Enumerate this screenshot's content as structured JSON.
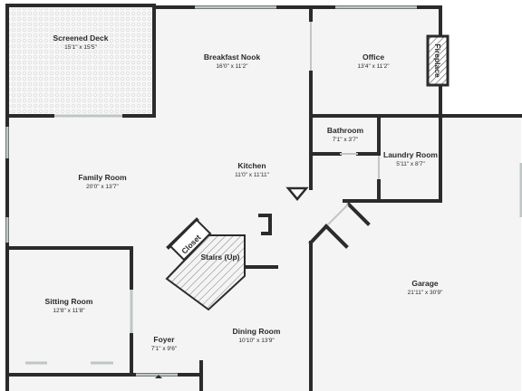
{
  "rooms": {
    "screened_deck": {
      "name": "Screened Deck",
      "dims": "15'1\" x 15'5\""
    },
    "breakfast_nook": {
      "name": "Breakfast Nook",
      "dims": "16'0\" x 11'2\""
    },
    "office": {
      "name": "Office",
      "dims": "13'4\" x 11'2\""
    },
    "fireplace": {
      "name": "Fireplace"
    },
    "bathroom": {
      "name": "Bathroom",
      "dims": "7'1\" x 3'7\""
    },
    "laundry_room": {
      "name": "Laundry Room",
      "dims": "5'11\" x 8'7\""
    },
    "family_room": {
      "name": "Family Room",
      "dims": "20'0\" x 13'7\""
    },
    "kitchen": {
      "name": "Kitchen",
      "dims": "11'0\" x 11'11\""
    },
    "closet": {
      "name": "Closet"
    },
    "stairs": {
      "name": "Stairs (Up)"
    },
    "sitting_room": {
      "name": "Sitting Room",
      "dims": "12'8\" x 11'8\""
    },
    "garage": {
      "name": "Garage",
      "dims": "21'11\" x 30'9\""
    },
    "foyer": {
      "name": "Foyer",
      "dims": "7'1\" x 9'6\""
    },
    "dining_room": {
      "name": "Dining Room",
      "dims": "10'10\" x 13'9\""
    }
  },
  "colors": {
    "wall": "#2b2b2b",
    "floor": "#f4f4f4",
    "window": "#bfc6c6",
    "deck_pattern": "#d8d8d8"
  }
}
